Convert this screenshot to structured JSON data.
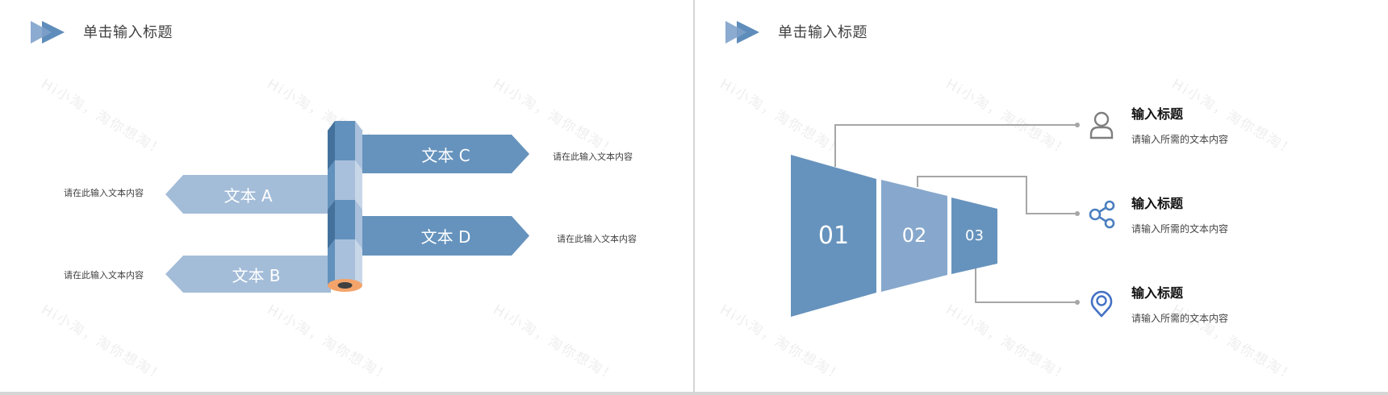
{
  "slides": [
    {
      "title": "单击输入标题",
      "arrows": [
        {
          "id": "A",
          "label": "文本 A",
          "direction": "left",
          "color": "#a3bcd8",
          "description": "请在此输入文本内容"
        },
        {
          "id": "B",
          "label": "文本 B",
          "direction": "left",
          "color": "#a3bcd8",
          "description": "请在此输入文本内容"
        },
        {
          "id": "C",
          "label": "文本 C",
          "direction": "right",
          "color": "#6693bd",
          "description": "请在此输入文本内容"
        },
        {
          "id": "D",
          "label": "文本 D",
          "direction": "right",
          "color": "#6693bd",
          "description": "请在此输入文本内容"
        }
      ],
      "pencil": {
        "colors": {
          "dark": "#44719c",
          "mid": "#6291bd",
          "light": "#a8c0dc",
          "pale": "#c8d7e8",
          "tip": "#f4a46a",
          "lead": "#404040"
        }
      }
    },
    {
      "title": "单击输入标题",
      "funnel": [
        {
          "label": "01",
          "color": "#6693bd"
        },
        {
          "label": "02",
          "color": "#87a8cc"
        },
        {
          "label": "03",
          "color": "#6693bd"
        }
      ],
      "items": [
        {
          "icon": "user-icon",
          "title": "输入标题",
          "description": "请输入所需的文本内容"
        },
        {
          "icon": "share-icon",
          "title": "输入标题",
          "description": "请输入所需的文本内容"
        },
        {
          "icon": "location-pin-icon",
          "title": "输入标题",
          "description": "请输入所需的文本内容"
        }
      ]
    }
  ],
  "watermark": "Hi小淘，淘你想淘！",
  "colors": {
    "accent": "#6693bd",
    "accent_light": "#a3bcd8",
    "line": "#a6a6a6",
    "icon_blue": "#4472c4",
    "icon_grey": "#7f7f7f"
  }
}
